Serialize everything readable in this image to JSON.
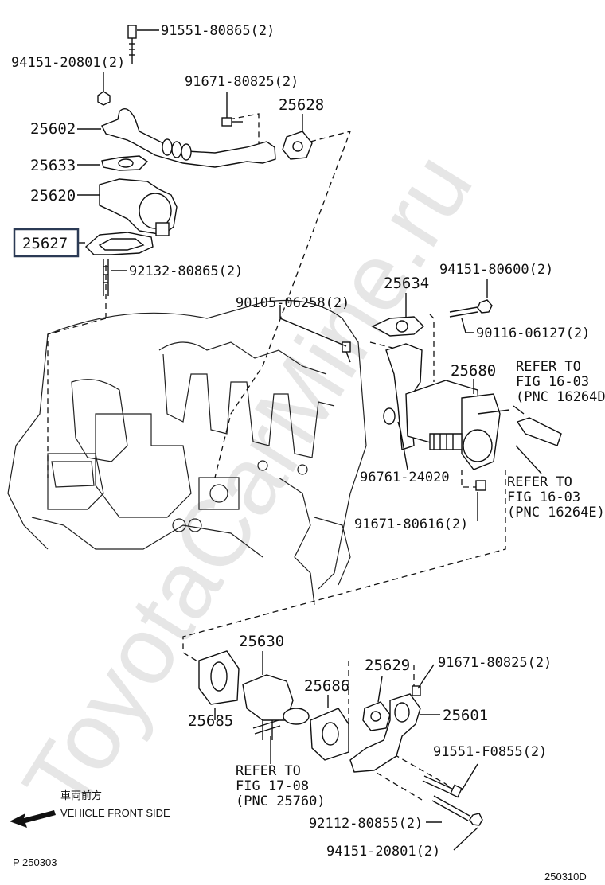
{
  "watermark": "ToyotaCarMine.ru",
  "highlighted_part": "25627",
  "labels": {
    "p91551_80865": "91551-80865(2)",
    "p94151_20801_top": "94151-20801(2)",
    "p91671_80825_top": "91671-80825(2)",
    "p25628": "25628",
    "p25602": "25602",
    "p25633": "25633",
    "p25620": "25620",
    "p25627": "25627",
    "p92132_80865": "92132-80865(2)",
    "p25634": "25634",
    "p94151_80600": "94151-80600(2)",
    "p90105_06258": "90105-06258(2)",
    "p90116_06127": "90116-06127(2)",
    "p25680": "25680",
    "ref1_a": "REFER TO",
    "ref1_b": "FIG 16-03",
    "ref1_c": "(PNC 16264D)",
    "ref2_a": "REFER TO",
    "ref2_b": "FIG 16-03",
    "ref2_c": "(PNC 16264E)",
    "p96761_24020": "96761-24020",
    "p91671_80616": "91671-80616(2)",
    "p25630": "25630",
    "p25629": "25629",
    "p91671_80825_bot": "91671-80825(2)",
    "p25686": "25686",
    "p25601": "25601",
    "p25685": "25685",
    "ref3_a": "REFER TO",
    "ref3_b": "FIG 17-08",
    "ref3_c": "(PNC 25760)",
    "p91551_F0855": "91551-F0855(2)",
    "p92112_80855": "92112-80855(2)",
    "p94151_20801_bot": "94151-20801(2)",
    "front_jp": "車両前方",
    "front_en": "VEHICLE FRONT SIDE",
    "page_ref": "P 250303",
    "fig_code": "250310D"
  }
}
